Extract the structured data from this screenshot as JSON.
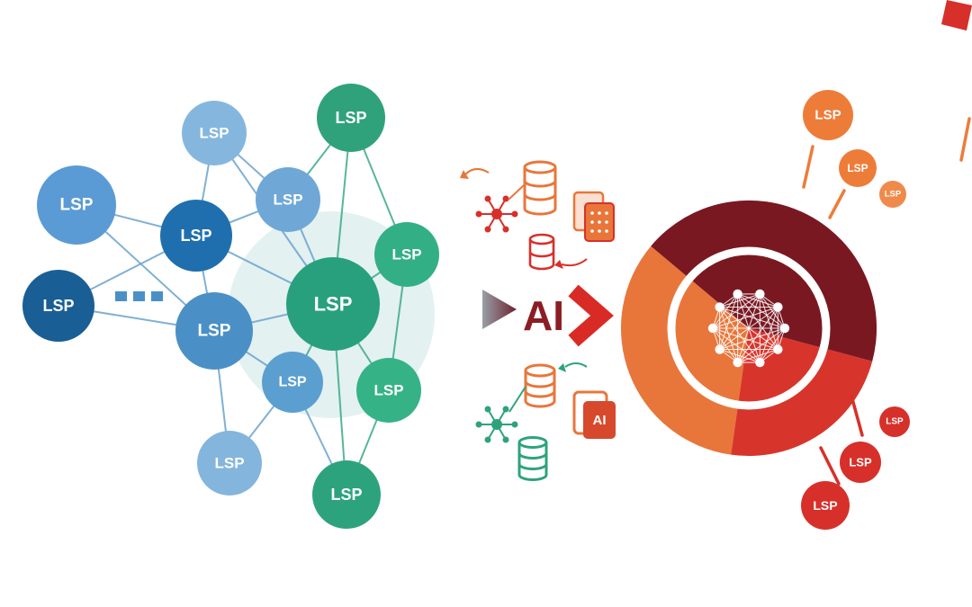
{
  "labels": {
    "ai": "AI",
    "ai_doc": "AI"
  },
  "colors": {
    "pie_maroon": "#7A1822",
    "pie_orange": "#E8763A",
    "pie_red": "#D7352C",
    "ai_text": "#8C1D24",
    "chevron_red": "#D92B25"
  },
  "left_network": {
    "nodes": [
      {
        "label": "LSP",
        "color": "#85B7DE"
      },
      {
        "label": "LSP",
        "color": "#2FA27C"
      },
      {
        "label": "LSP",
        "color": "#5B9BD5"
      },
      {
        "label": "LSP",
        "color": "#1F6FAE"
      },
      {
        "label": "LSP",
        "color": "#6FA8D6"
      },
      {
        "label": "LSP",
        "color": "#33AF85"
      },
      {
        "label": "LSP",
        "color": "#195E94"
      },
      {
        "label": "LSP",
        "color": "#28A07E"
      },
      {
        "label": "LSP",
        "color": "#4A90C6"
      },
      {
        "label": "LSP",
        "color": "#5B9FD0"
      },
      {
        "label": "LSP",
        "color": "#36B287"
      },
      {
        "label": "LSP",
        "color": "#84B5DC"
      },
      {
        "label": "LSP",
        "color": "#2DA37D"
      }
    ]
  },
  "right_top_nodes": [
    {
      "label": "LSP",
      "color": "#EE7C39"
    },
    {
      "label": "LSP",
      "color": "#EE7C39"
    },
    {
      "label": "LSP",
      "color": "#F08A4B"
    }
  ],
  "right_bottom_nodes": [
    {
      "label": "LSP",
      "color": "#D7302A"
    },
    {
      "label": "LSP",
      "color": "#D7302A"
    },
    {
      "label": "LSP",
      "color": "#D7302A"
    }
  ]
}
